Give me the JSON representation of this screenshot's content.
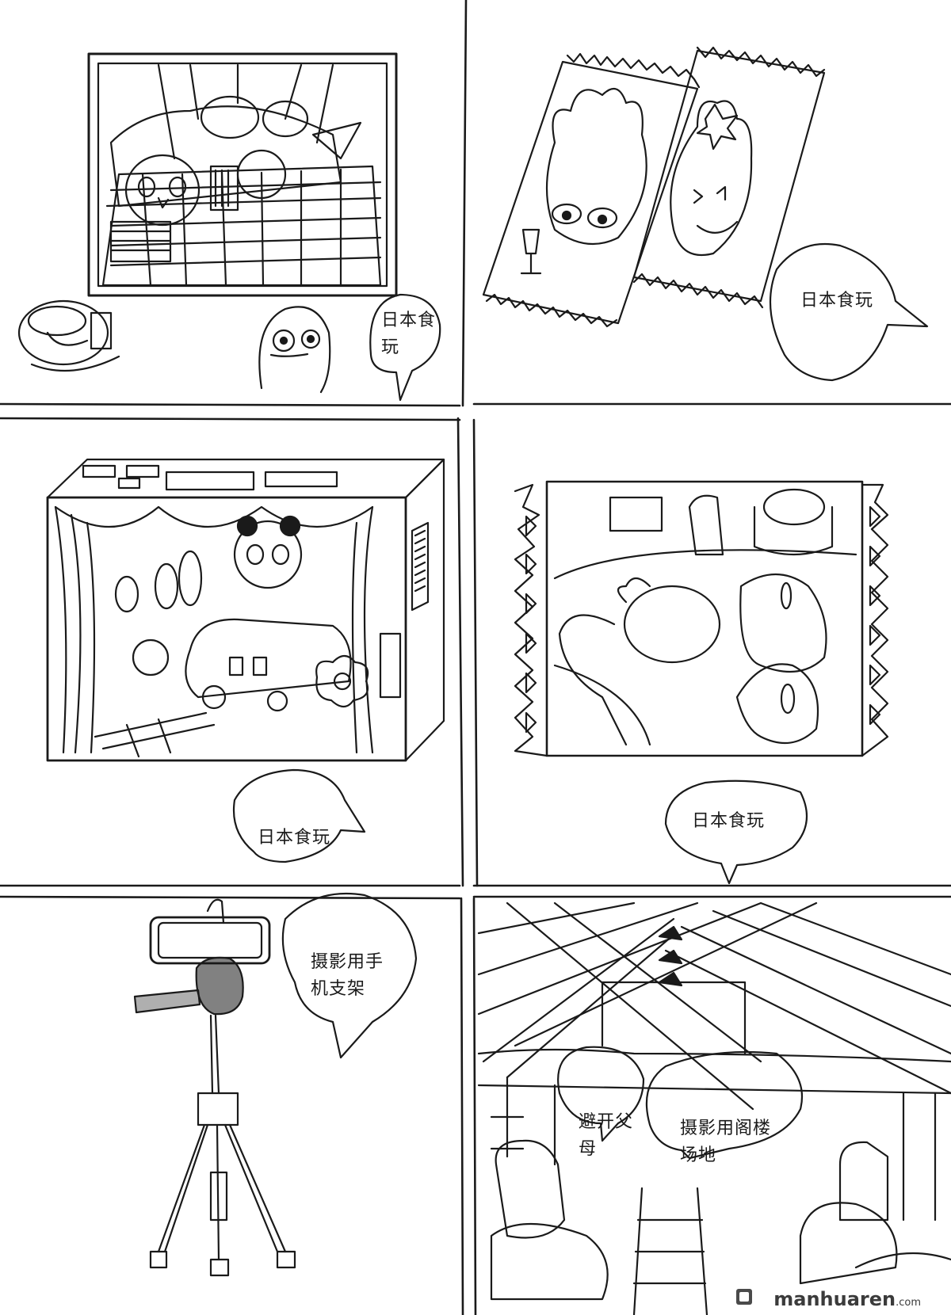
{
  "panels": [
    {
      "id": "p1",
      "bubble": "日本食\n玩",
      "art": "bento-box-sketch"
    },
    {
      "id": "p2",
      "bubble": "日本食玩",
      "art": "snack-packets-sketch"
    },
    {
      "id": "p3",
      "bubble": "日本食玩",
      "art": "toy-theater-box-sketch"
    },
    {
      "id": "p4",
      "bubble": "日本食玩",
      "art": "elephant-package-sketch"
    },
    {
      "id": "p5",
      "bubble": "摄影用手\n机支架",
      "art": "phone-tripod-sketch"
    },
    {
      "id": "p6",
      "bubble_left": "避开父\n母",
      "bubble_right": "摄影用阁楼\n场地",
      "art": "attic-room-sketch"
    }
  ],
  "watermark": {
    "brand": "manhuaren",
    "suffix": ".com"
  },
  "colors": {
    "ink": "#1a1a1a",
    "paper": "#ffffff"
  }
}
